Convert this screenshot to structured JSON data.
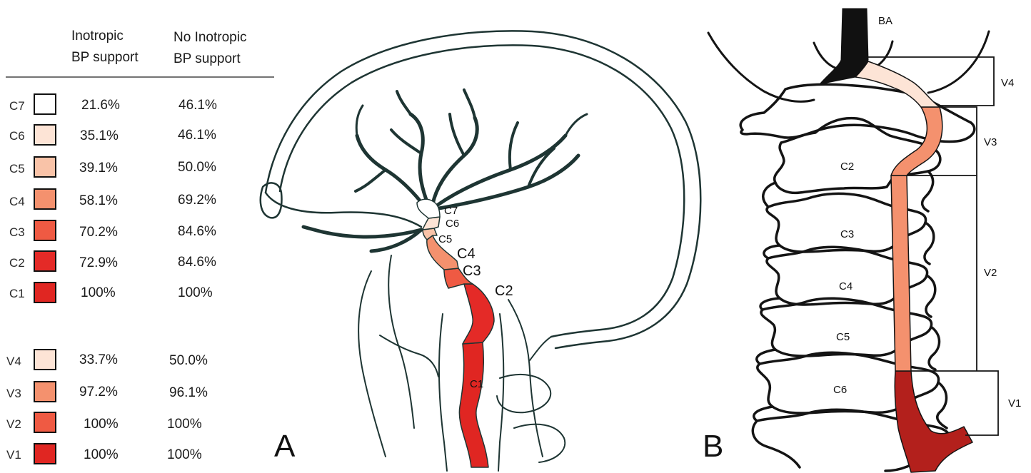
{
  "legend": {
    "header_col1_line1": "Inotropic",
    "header_col1_line2": "BP support",
    "header_col2_line1": "No Inotropic",
    "header_col2_line2": "BP support",
    "carotid_rows": [
      {
        "segment": "C7",
        "inotropic": "21.6%",
        "no_inotropic": "46.1%",
        "color": "#ffffff"
      },
      {
        "segment": "C6",
        "inotropic": "35.1%",
        "no_inotropic": "46.1%",
        "color": "#fde4d6"
      },
      {
        "segment": "C5",
        "inotropic": "39.1%",
        "no_inotropic": "50.0%",
        "color": "#f9c3a8"
      },
      {
        "segment": "C4",
        "inotropic": "58.1%",
        "no_inotropic": "69.2%",
        "color": "#f4916e"
      },
      {
        "segment": "C3",
        "inotropic": "70.2%",
        "no_inotropic": "84.6%",
        "color": "#ef5a43"
      },
      {
        "segment": "C2",
        "inotropic": "72.9%",
        "no_inotropic": "84.6%",
        "color": "#e42a27"
      },
      {
        "segment": "C1",
        "inotropic": "100%",
        "no_inotropic": "100%",
        "color": "#e02622"
      }
    ],
    "vertebral_rows": [
      {
        "segment": "V4",
        "inotropic": "33.7%",
        "no_inotropic": "50.0%",
        "color": "#fde4d6"
      },
      {
        "segment": "V3",
        "inotropic": "97.2%",
        "no_inotropic": "96.1%",
        "color": "#f4916e"
      },
      {
        "segment": "V2",
        "inotropic": "100%",
        "no_inotropic": "100%",
        "color": "#ef5a43"
      },
      {
        "segment": "V1",
        "inotropic": "100%",
        "no_inotropic": "100%",
        "color": "#e02622"
      }
    ]
  },
  "panel_a": {
    "letter": "A",
    "segment_labels": [
      "C7",
      "C6",
      "C5",
      "C4",
      "C3",
      "C2",
      "C1"
    ]
  },
  "panel_b": {
    "letter": "B",
    "basilar_label": "BA",
    "vertebra_labels": [
      "C2",
      "C3",
      "C4",
      "C5",
      "C6"
    ],
    "segment_brackets": [
      "V4",
      "V3",
      "V2",
      "V1"
    ]
  },
  "colors": {
    "ink_a": "#1e3533",
    "ink_b": "#141414",
    "v1_dark": "#b3201c",
    "basilar": "#111111"
  }
}
